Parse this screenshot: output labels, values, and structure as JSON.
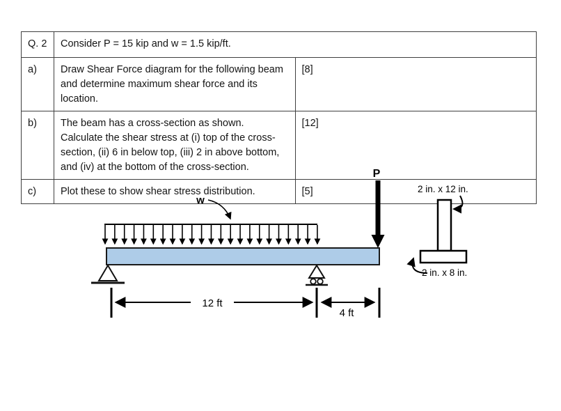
{
  "table": {
    "rows": [
      {
        "id": "Q. 2",
        "text": "Consider P = 15 kip and w = 1.5 kip/ft.",
        "marks": ""
      },
      {
        "id": "a)",
        "text": "Draw Shear Force diagram for the following beam and determine maximum shear force and its location.",
        "marks": "[8]"
      },
      {
        "id": "b)",
        "text": "The beam has a cross-section as shown. Calculate the shear stress at (i) top of the cross-section, (ii) 6 in below top, (iii) 2 in above bottom, and (iv) at the bottom of the cross-section.",
        "marks": "[12]"
      },
      {
        "id": "c)",
        "text": "Plot these to show shear stress distribution.",
        "marks": "[5]"
      }
    ]
  },
  "figure": {
    "distributed_load_label": "w",
    "point_load_label": "P",
    "span_left_label": "12 ft",
    "span_right_label": "4 ft",
    "web_label": "2 in. x 12 in.",
    "flange_label": "2 in. x 8 in.",
    "beam_fill": "#aecce8"
  }
}
